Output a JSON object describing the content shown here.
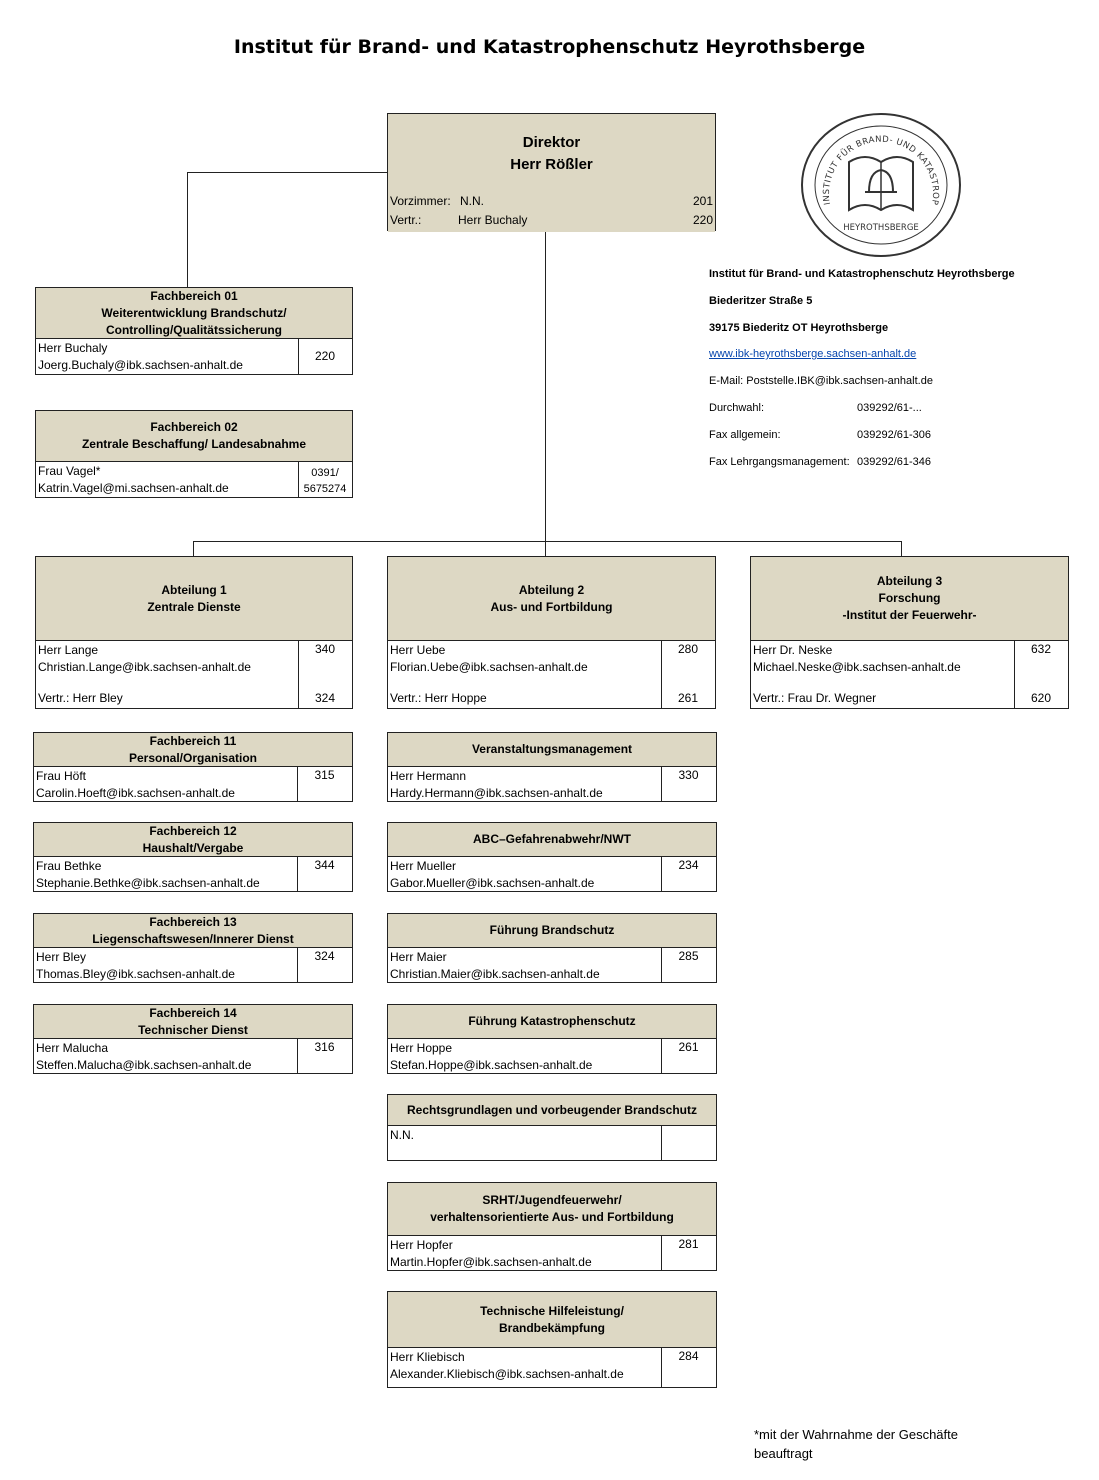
{
  "title": "Institut für Brand- und Katastrophenschutz Heyrothsberge",
  "director": {
    "line1": "Direktor",
    "line2": "Herr Rößler",
    "vorzimmer_label": "Vorzimmer:",
    "vorzimmer_name": "N.N.",
    "vorzimmer_num": "201",
    "vertr_label": "Vertr.:",
    "vertr_name": "Herr Buchaly",
    "vertr_num": "220"
  },
  "seal": {
    "ring_text": "INSTITUT FÜR BRAND- UND KATASTROPHENSCHUTZ",
    "bottom_text": "HEYROTHSBERGE"
  },
  "contact": {
    "name": "Institut für Brand- und Katastrophenschutz Heyrothsberge",
    "street": "Biederitzer Straße 5",
    "city": "39175 Biederitz OT Heyrothsberge",
    "web": "www.ibk-heyrothsberge.sachsen-anhalt.de",
    "email": "E-Mail: Poststelle.IBK@ibk.sachsen-anhalt.de",
    "durchwahl_label": "Durchwahl:",
    "durchwahl_val": "039292/61-...",
    "fax_label": "Fax allgemein:",
    "fax_val": "039292/61-306",
    "faxlg_label": "Fax Lehrgangsmanagement:",
    "faxlg_val": "039292/61-346"
  },
  "fb01": {
    "h1": "Fachbereich 01",
    "h2": "Weiterentwicklung Brandschutz/",
    "h3": "Controlling/Qualitätssicherung",
    "name": "Herr Buchaly",
    "email": "Joerg.Buchaly@ibk.sachsen-anhalt.de",
    "num": "220"
  },
  "fb02": {
    "h1": "Fachbereich 02",
    "h2": "Zentrale Beschaffung/ Landesabnahme",
    "name": "Frau Vagel*",
    "email": "Katrin.Vagel@mi.sachsen-anhalt.de",
    "num1": "0391/",
    "num2": "5675274"
  },
  "abt1": {
    "h1": "Abteilung 1",
    "h2": "Zentrale Dienste",
    "name": "Herr Lange",
    "email": "Christian.Lange@ibk.sachsen-anhalt.de",
    "num": "340",
    "vertr": "Vertr.: Herr Bley",
    "vertr_num": "324"
  },
  "abt2": {
    "h1": "Abteilung 2",
    "h2": "Aus- und Fortbildung",
    "name": "Herr Uebe",
    "email": "Florian.Uebe@ibk.sachsen-anhalt.de",
    "num": "280",
    "vertr": "Vertr.: Herr Hoppe",
    "vertr_num": "261"
  },
  "abt3": {
    "h1": "Abteilung 3",
    "h2": "Forschung",
    "h3": "-Institut der Feuerwehr-",
    "name": "Herr Dr. Neske",
    "email": "Michael.Neske@ibk.sachsen-anhalt.de",
    "num": "632",
    "vertr": "Vertr.: Frau Dr. Wegner",
    "vertr_num": "620"
  },
  "fb11": {
    "h1": "Fachbereich 11",
    "h2": "Personal/Organisation",
    "name": "Frau Höft",
    "email": "Carolin.Hoeft@ibk.sachsen-anhalt.de",
    "num": "315"
  },
  "fb12": {
    "h1": "Fachbereich 12",
    "h2": "Haushalt/Vergabe",
    "name": "Frau Bethke",
    "email": "Stephanie.Bethke@ibk.sachsen-anhalt.de",
    "num": "344"
  },
  "fb13": {
    "h1": "Fachbereich 13",
    "h2": "Liegenschaftswesen/Innerer Dienst",
    "name": "Herr Bley",
    "email": "Thomas.Bley@ibk.sachsen-anhalt.de",
    "num": "324"
  },
  "fb14": {
    "h1": "Fachbereich 14",
    "h2": "Technischer Dienst",
    "name": "Herr Malucha",
    "email": "Steffen.Malucha@ibk.sachsen-anhalt.de",
    "num": "316"
  },
  "veran": {
    "h1": "Veranstaltungsmanagement",
    "name": "Herr Hermann",
    "email": "Hardy.Hermann@ibk.sachsen-anhalt.de",
    "num": "330"
  },
  "abc": {
    "h1": "ABC–Gefahrenabwehr/NWT",
    "name": "Herr Mueller",
    "email": "Gabor.Mueller@ibk.sachsen-anhalt.de",
    "num": "234"
  },
  "fbrand": {
    "h1": "Führung Brandschutz",
    "name": "Herr Maier",
    "email": "Christian.Maier@ibk.sachsen-anhalt.de",
    "num": "285"
  },
  "fkat": {
    "h1": "Führung Katastrophenschutz",
    "name": "Herr Hoppe",
    "email": "Stefan.Hoppe@ibk.sachsen-anhalt.de",
    "num": "261"
  },
  "recht": {
    "h1": "Rechtsgrundlagen und vorbeugender Brandschutz",
    "name": "N.N."
  },
  "srht": {
    "h1": "SRHT/Jugendfeuerwehr/",
    "h2": "verhaltensorientierte Aus- und Fortbildung",
    "name": "Herr Hopfer",
    "email": "Martin.Hopfer@ibk.sachsen-anhalt.de",
    "num": "281"
  },
  "thl": {
    "h1": "Technische Hilfeleistung/",
    "h2": "Brandbekämpfung",
    "name": "Herr Kliebisch",
    "email": "Alexander.Kliebisch@ibk.sachsen-anhalt.de",
    "num": "284"
  },
  "footnote": {
    "line1": "*mit der Wahrnahme der Geschäfte",
    "line2": "beauftragt"
  }
}
